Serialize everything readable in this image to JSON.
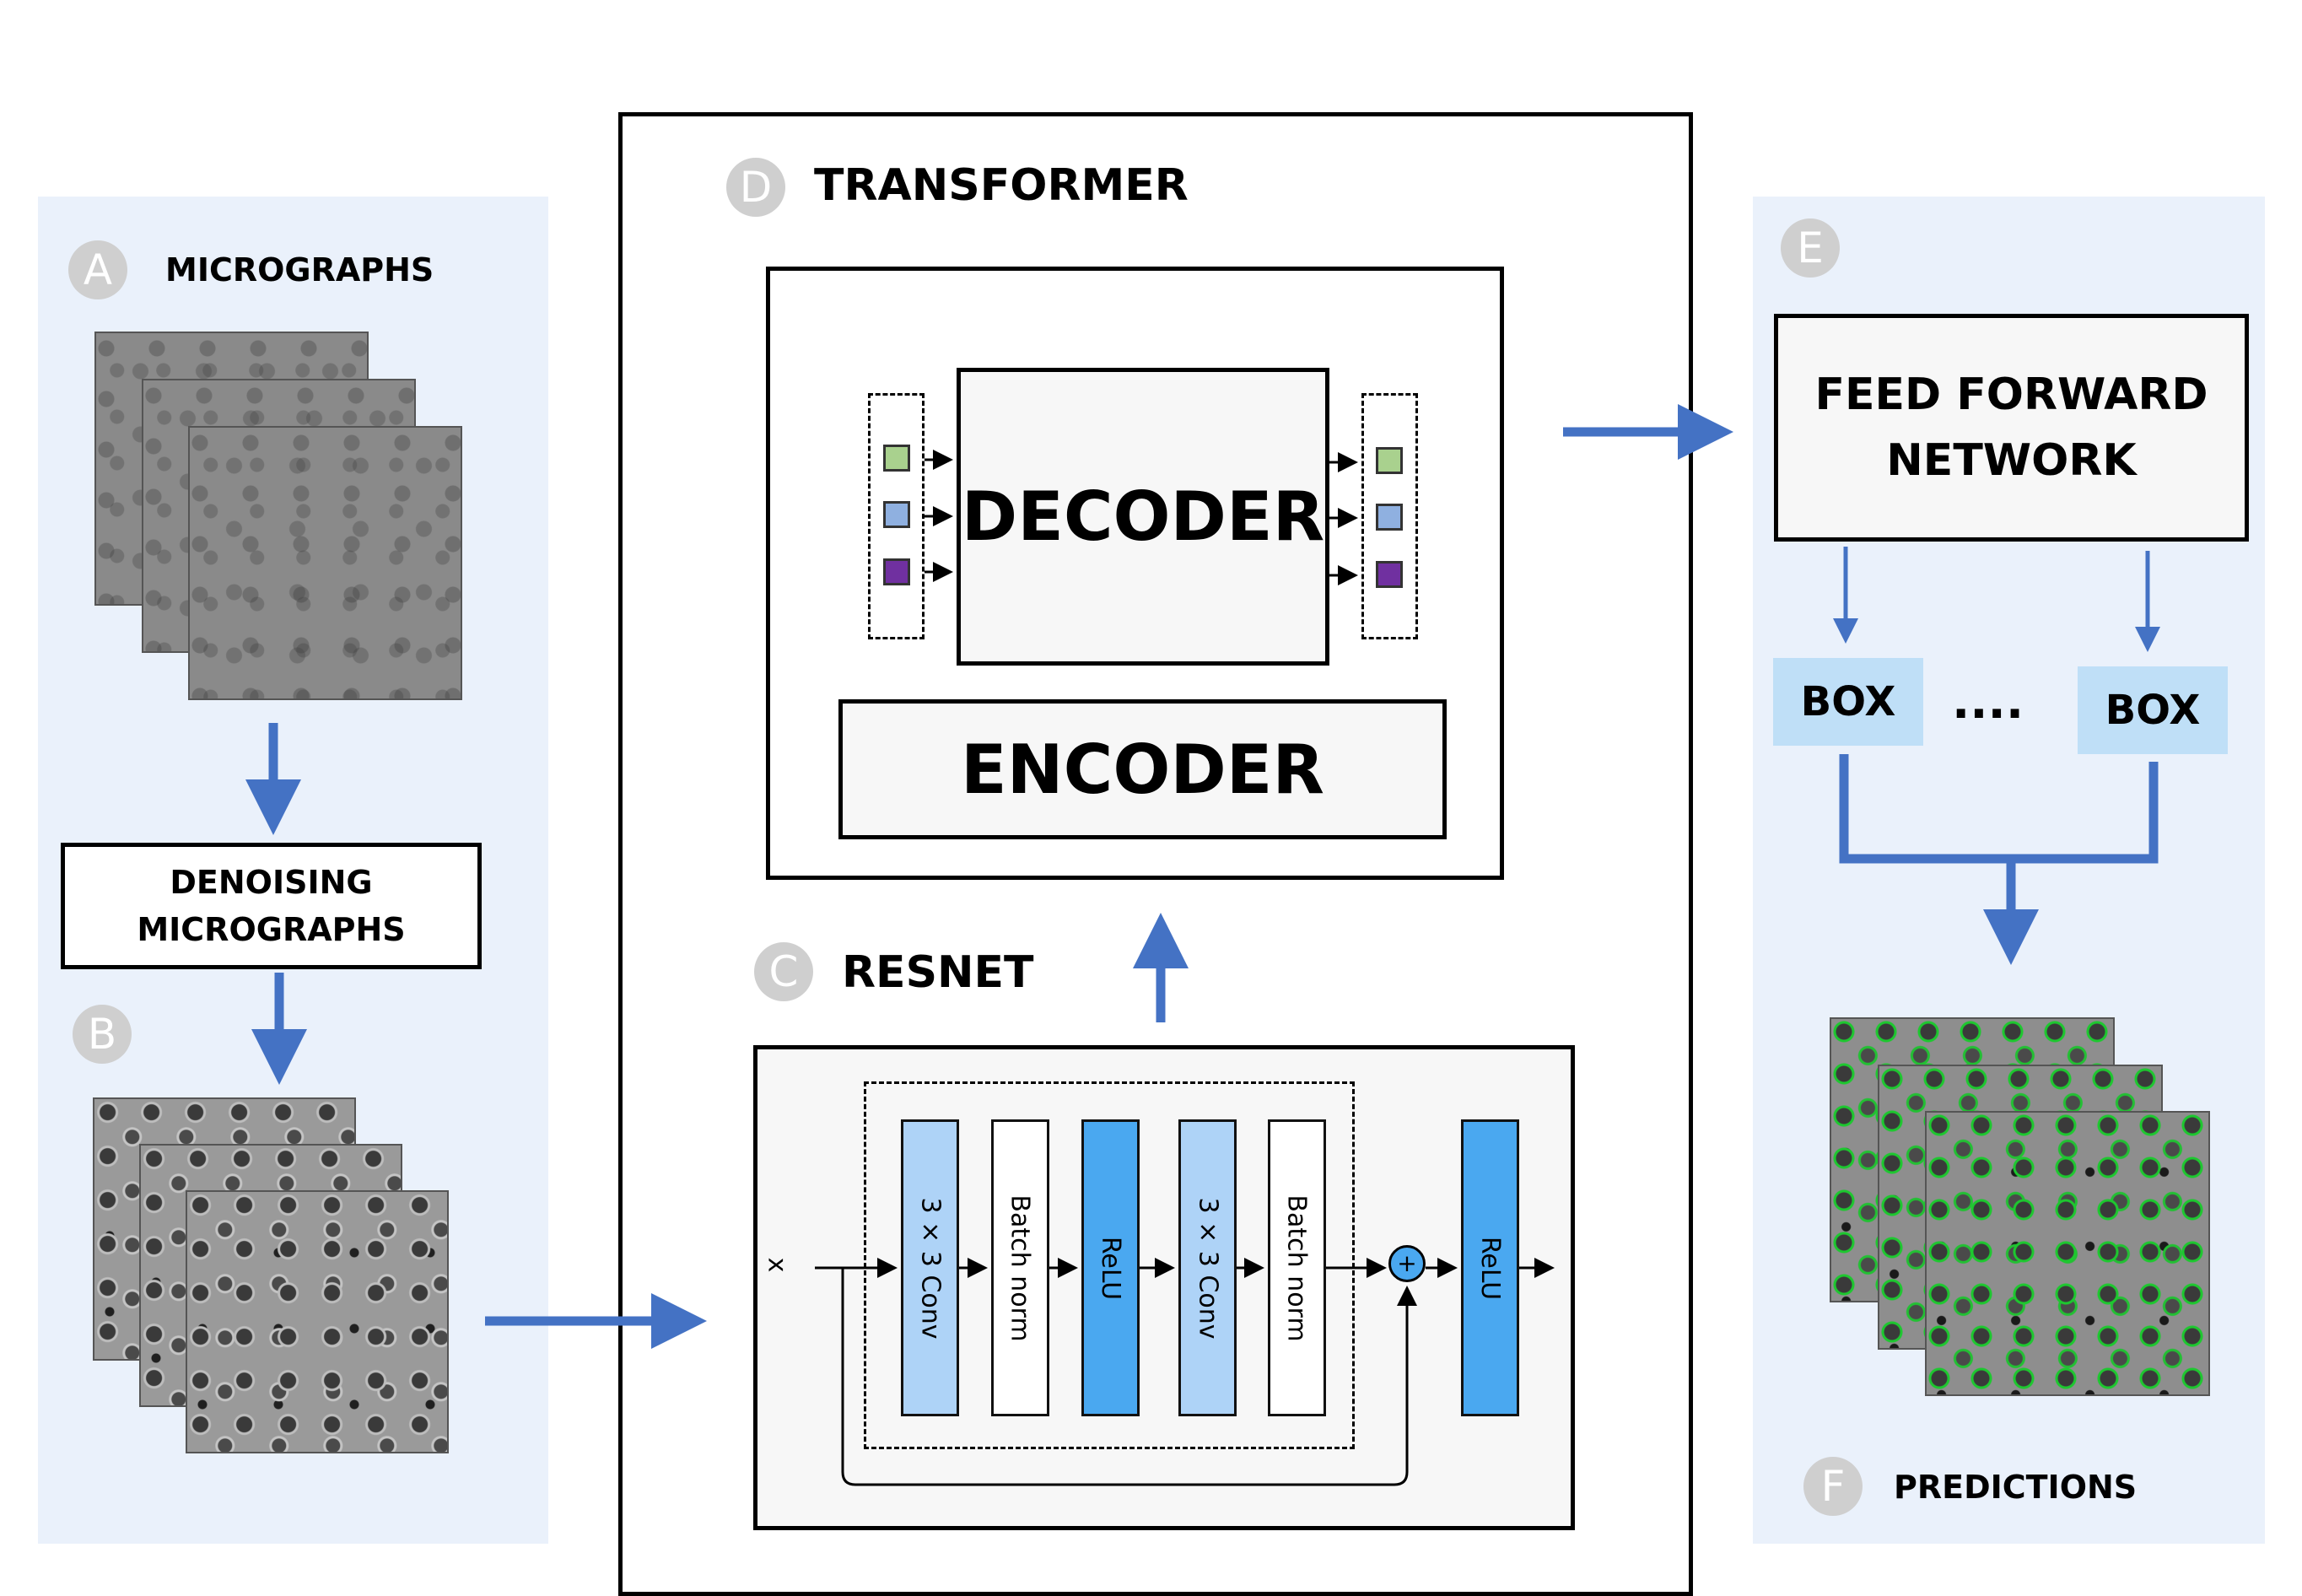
{
  "panel_a": {
    "badge": "A",
    "title": "MICROGRAPHS"
  },
  "denoise": {
    "line1": "DENOISING",
    "line2": "MICROGRAPHS"
  },
  "panel_b": {
    "badge": "B"
  },
  "transformer": {
    "badge": "D",
    "title": "TRANSFORMER",
    "decoder": "DECODER",
    "encoder": "ENCODER"
  },
  "resnet": {
    "badge": "C",
    "title": "RESNET",
    "input": "x",
    "blocks": [
      "3 × 3 Conv",
      "Batch norm",
      "ReLU",
      "3 × 3 Conv",
      "Batch norm",
      "ReLU"
    ],
    "sum": "+"
  },
  "panel_e": {
    "badge": "E",
    "ffn_line1": "FEED FORWARD",
    "ffn_line2": "NETWORK",
    "box1": "BOX",
    "dots": "....",
    "box2": "BOX"
  },
  "panel_f": {
    "badge": "F",
    "title": "PREDICTIONS"
  },
  "colors": {
    "arrow": "#4472c4",
    "panel_bg": "#eaf1fb",
    "light_blue": "#bfdff7",
    "conv_blue": "#aed3f7",
    "relu_blue": "#4aa8f0",
    "query_green": "#a9d18e",
    "query_blue": "#8fb0e0",
    "query_purple": "#7030a0",
    "prediction_green": "#1dc82f"
  }
}
